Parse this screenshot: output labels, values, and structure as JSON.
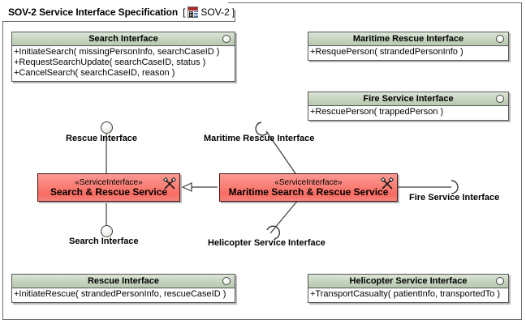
{
  "frame": {
    "title": "SOV-2 Service Interface Specification",
    "bracket_open": "[",
    "bracket_close": "]",
    "tag_label": "SOV-2",
    "tag_icon": "spec-document-icon"
  },
  "interfaces": [
    {
      "id": "search-interface",
      "title": "Search Interface",
      "icon": "provided-interface-circle-icon",
      "operations": [
        "+InitiateSearch( missingPersonInfo, searchCaseID )",
        "+RequestSearchUpdate( searchCaseID, status )",
        "+CancelSearch( searchCaseID, reason )"
      ]
    },
    {
      "id": "maritime-rescue-interface",
      "title": "Maritime Rescue Interface",
      "icon": "provided-interface-circle-icon",
      "operations": [
        "+ResquePerson( strandedPersonInfo )"
      ]
    },
    {
      "id": "fire-service-interface",
      "title": "Fire Service Interface",
      "icon": "provided-interface-circle-icon",
      "operations": [
        "+RescuePerson( trappedPerson )"
      ]
    },
    {
      "id": "rescue-interface",
      "title": "Rescue Interface",
      "icon": "provided-interface-circle-icon",
      "operations": [
        "+InitiateRescue( strandedPersonInfo, rescueCaseID )"
      ]
    },
    {
      "id": "helicopter-service-interface",
      "title": "Helicopter Service Interface",
      "icon": "provided-interface-circle-icon",
      "operations": [
        "+TransportCasualty( patientInfo, transportedTo )"
      ]
    }
  ],
  "services": [
    {
      "id": "search-and-rescue-service",
      "stereotype": "«ServiceInterface»",
      "name": "Search & Rescue Service",
      "icon": "tools-hammer-wrench-icon"
    },
    {
      "id": "maritime-search-and-rescue-service",
      "stereotype": "«ServiceInterface»",
      "name": "Maritime Search & Rescue Service",
      "icon": "tools-hammer-wrench-icon"
    }
  ],
  "connector_labels": {
    "rescue_interface": "Rescue Interface",
    "search_interface": "Search Interface",
    "maritime_rescue_interface": "Maritime Rescue Interface",
    "helicopter_service_interface": "Helicopter Service Interface",
    "fire_service_interface": "Fire Service Interface"
  },
  "colors": {
    "service_fill": "#FA7F76",
    "interface_header": "#C4D3BD",
    "frame_border": "#6B6B6B",
    "connector_line": "#3C3C3C",
    "canvas_background": "#FFFFFF"
  }
}
